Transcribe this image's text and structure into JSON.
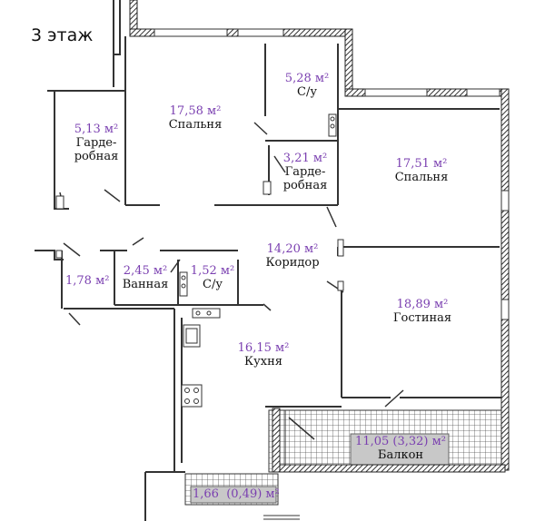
{
  "floor": {
    "label": "3 этаж"
  },
  "colors": {
    "area_text": "#7a3fb0",
    "wall": "#3a3a3a",
    "balcony_fill": "#c8c8c8"
  },
  "rooms": {
    "wardrobe_left": {
      "area": "5,13 м²",
      "name": "Гарде-\nробная"
    },
    "bedroom_top": {
      "area": "17,58 м²",
      "name": "Спальня"
    },
    "bathroom_top": {
      "area": "5,28 м²",
      "name": "С/у"
    },
    "wardrobe_mid": {
      "area": "3,21 м²",
      "name": "Гарде-\nробная"
    },
    "bedroom_right": {
      "area": "17,51 м²",
      "name": "Спальня"
    },
    "small_room": {
      "area": "1,78 м²"
    },
    "bath_room": {
      "area": "2,45 м²",
      "name": "Ванная"
    },
    "wc_small": {
      "area": "1,52 м²",
      "name": "С/у"
    },
    "corridor": {
      "area": "14,20 м²",
      "name": "Коридор"
    },
    "living_room": {
      "area": "18,89 м²",
      "name": "Гостиная"
    },
    "kitchen": {
      "area": "16,15 м²",
      "name": "Кухня"
    },
    "balcony": {
      "area": "11,05 (3,32) м²",
      "name": "Балкон"
    },
    "loggia_small": {
      "area": "1,66  (0,49) м²"
    }
  }
}
